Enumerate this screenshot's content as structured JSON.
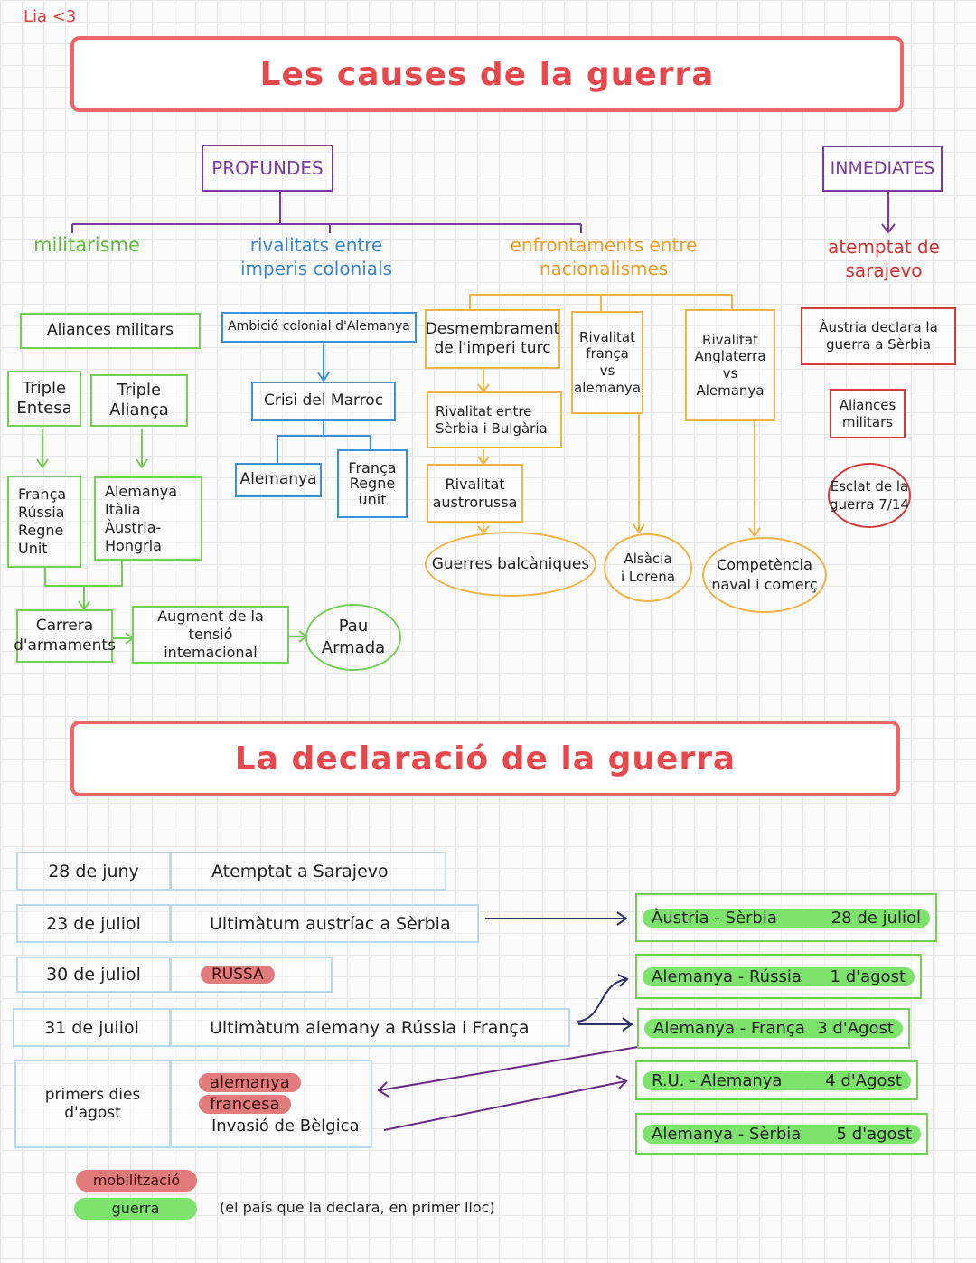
{
  "signature": "Lia <3",
  "causes": {
    "title": "Les causes de la guerra",
    "profundes": "PROFUNDES",
    "inmediates": "INMEDIATES",
    "militarisme": {
      "heading": "militarisme",
      "aliances": "Aliances militars",
      "triple_entesa": "Triple\nEntesa",
      "triple_alianca": "Triple\nAliança",
      "entesa_members": "França\nRússia\nRegne\nUnit",
      "alianca_members": "Alemanya\nItàlia\nÀustria-Hongria",
      "carrera": "Carrera\nd'armaments",
      "augment": "Augment de la tensió\nintemacional",
      "pau": "Pau\nArmada"
    },
    "rivalitats": {
      "heading": "rivalitats entre\nimperis colonials",
      "ambicio": "Ambició colonial d'Alemanya",
      "crisi": "Crisi del Marroc",
      "alemanya": "Alemanya",
      "franca_regne": "França\nRegne\nunit"
    },
    "enfrontaments": {
      "heading": "enfrontaments entre\nnacionalismes",
      "desmembrament": "Desmembrament\nde l'imperi turc",
      "rivalitat_serbia": "Rivalitat entre\nSèrbia i Bulgària",
      "rivalitat_austrorussa": "Rivalitat\naustrorussa",
      "guerres": "Guerres balcàniques",
      "rivalitat_franca": "Rivalitat\nfrança\nvs\nalemanya",
      "alsacia": "Alsàcia\ni Lorena",
      "rivalitat_anglaterra": "Rivalitat\nAnglaterra\nvs\nAlemanya",
      "competencia": "Competència\nnaval i comerç"
    },
    "immediates": {
      "heading": "atemptat de\nsarajevo",
      "austria": "Àustria declara la\nguerra a Sèrbia",
      "aliances": "Aliances\nmilitars",
      "esclat": "Esclat de la\nguerra 7/14"
    }
  },
  "declaracio": {
    "title": "La declaració de la guerra",
    "rows": [
      {
        "date": "28 de juny",
        "event": "Atemptat a Sarajevo"
      },
      {
        "date": "23 de juliol",
        "event": "Ultimàtum austríac a Sèrbia"
      },
      {
        "date": "30 de juliol",
        "event": "RUSSA"
      },
      {
        "date": "31 de juliol",
        "event": "Ultimàtum alemany a Rússia i França"
      },
      {
        "date": "primers dies\nd'agost",
        "event_pill1": "alemanya",
        "event_pill2": "francesa",
        "event": "Invasió de Bèlgica"
      }
    ],
    "results": [
      {
        "pair": "Àustria - Sèrbia",
        "date": "28 de juliol"
      },
      {
        "pair": "Alemanya - Rússia",
        "date": "1 d'agost"
      },
      {
        "pair": "Alemanya - França",
        "date": "3 d'Agost"
      },
      {
        "pair": "R.U. - Alemanya",
        "date": "4 d'Agost"
      },
      {
        "pair": "Alemanya - Sèrbia",
        "date": "5 d'agost"
      }
    ],
    "legend": {
      "mobilitzacio": "mobilització",
      "guerra": "guerra",
      "note": "(el país que la declara, en primer lloc)"
    }
  },
  "colors": {
    "title_red": "#e8474c",
    "green": "#74cf57",
    "blue": "#3d8fd6",
    "orange": "#f3b347",
    "red": "#d83a3a",
    "purple": "#7a3aa0",
    "highlight_green": "#7ee36d",
    "highlight_red": "#e27b7b"
  }
}
